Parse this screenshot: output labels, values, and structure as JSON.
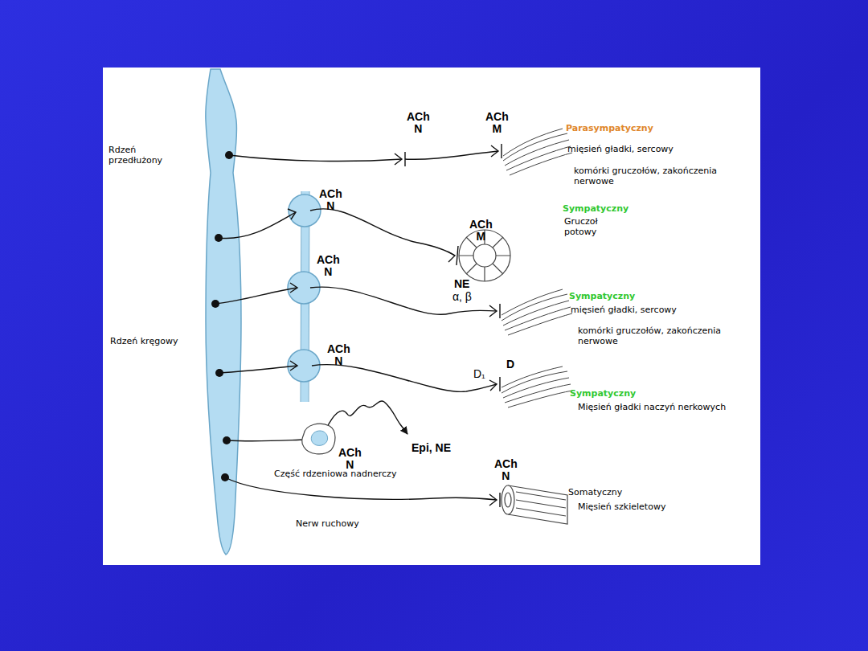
{
  "diagram": {
    "labels": [
      "Rdzeń przedłużony",
      "ACh N",
      "ACh M",
      "Parasympatyczny",
      "mięsień gładki, sercowy",
      "komórki gruczołów, zakończenia nerwowe",
      "ACh N",
      "Sympatyczny",
      "Gruczoł potowy",
      "ACh M",
      "ACh N",
      "NE",
      "α, β",
      "Sympatyczny",
      "mięsień gładki, sercowy",
      "komórki gruczołów, zakończenia nerwowe",
      "Rdzeń kręgowy",
      "ACh N",
      "D",
      "D₁",
      "Sympatyczny",
      "Mięsień gładki naczyń nerkowych",
      "Epi, NE",
      "ACh N",
      "ACh N",
      "Część rdzeniowa nadnerczy",
      "Somatyczny",
      "Mięsień szkieletowy",
      "Nerw ruchowy"
    ]
  }
}
